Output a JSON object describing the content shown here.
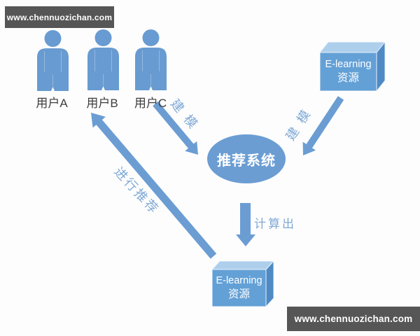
{
  "watermarks": {
    "top_left": "www.chennuozichan.com",
    "bottom_right": "www.chennuozichan.com"
  },
  "users": [
    {
      "label": "用户A"
    },
    {
      "label": "用户B"
    },
    {
      "label": "用户C"
    }
  ],
  "system": {
    "label": "推荐系统"
  },
  "resource_top": {
    "line1": "E-learning",
    "line2": "资源"
  },
  "resource_bottom": {
    "line1": "E-learning",
    "line2": "资源"
  },
  "edge_labels": {
    "model_from_users": "建模",
    "model_from_resource": "建模",
    "compute": "计算出",
    "recommend": "进行推荐"
  },
  "colors": {
    "accent_blue": "#6b9dd3",
    "edge_label_blue": "#7fa9d6",
    "box_front": "#63a0d6",
    "box_top": "#aecfec",
    "box_side": "#4f8ac4",
    "watermark_bg": "#565656",
    "text_dark": "#3d3d3d"
  }
}
